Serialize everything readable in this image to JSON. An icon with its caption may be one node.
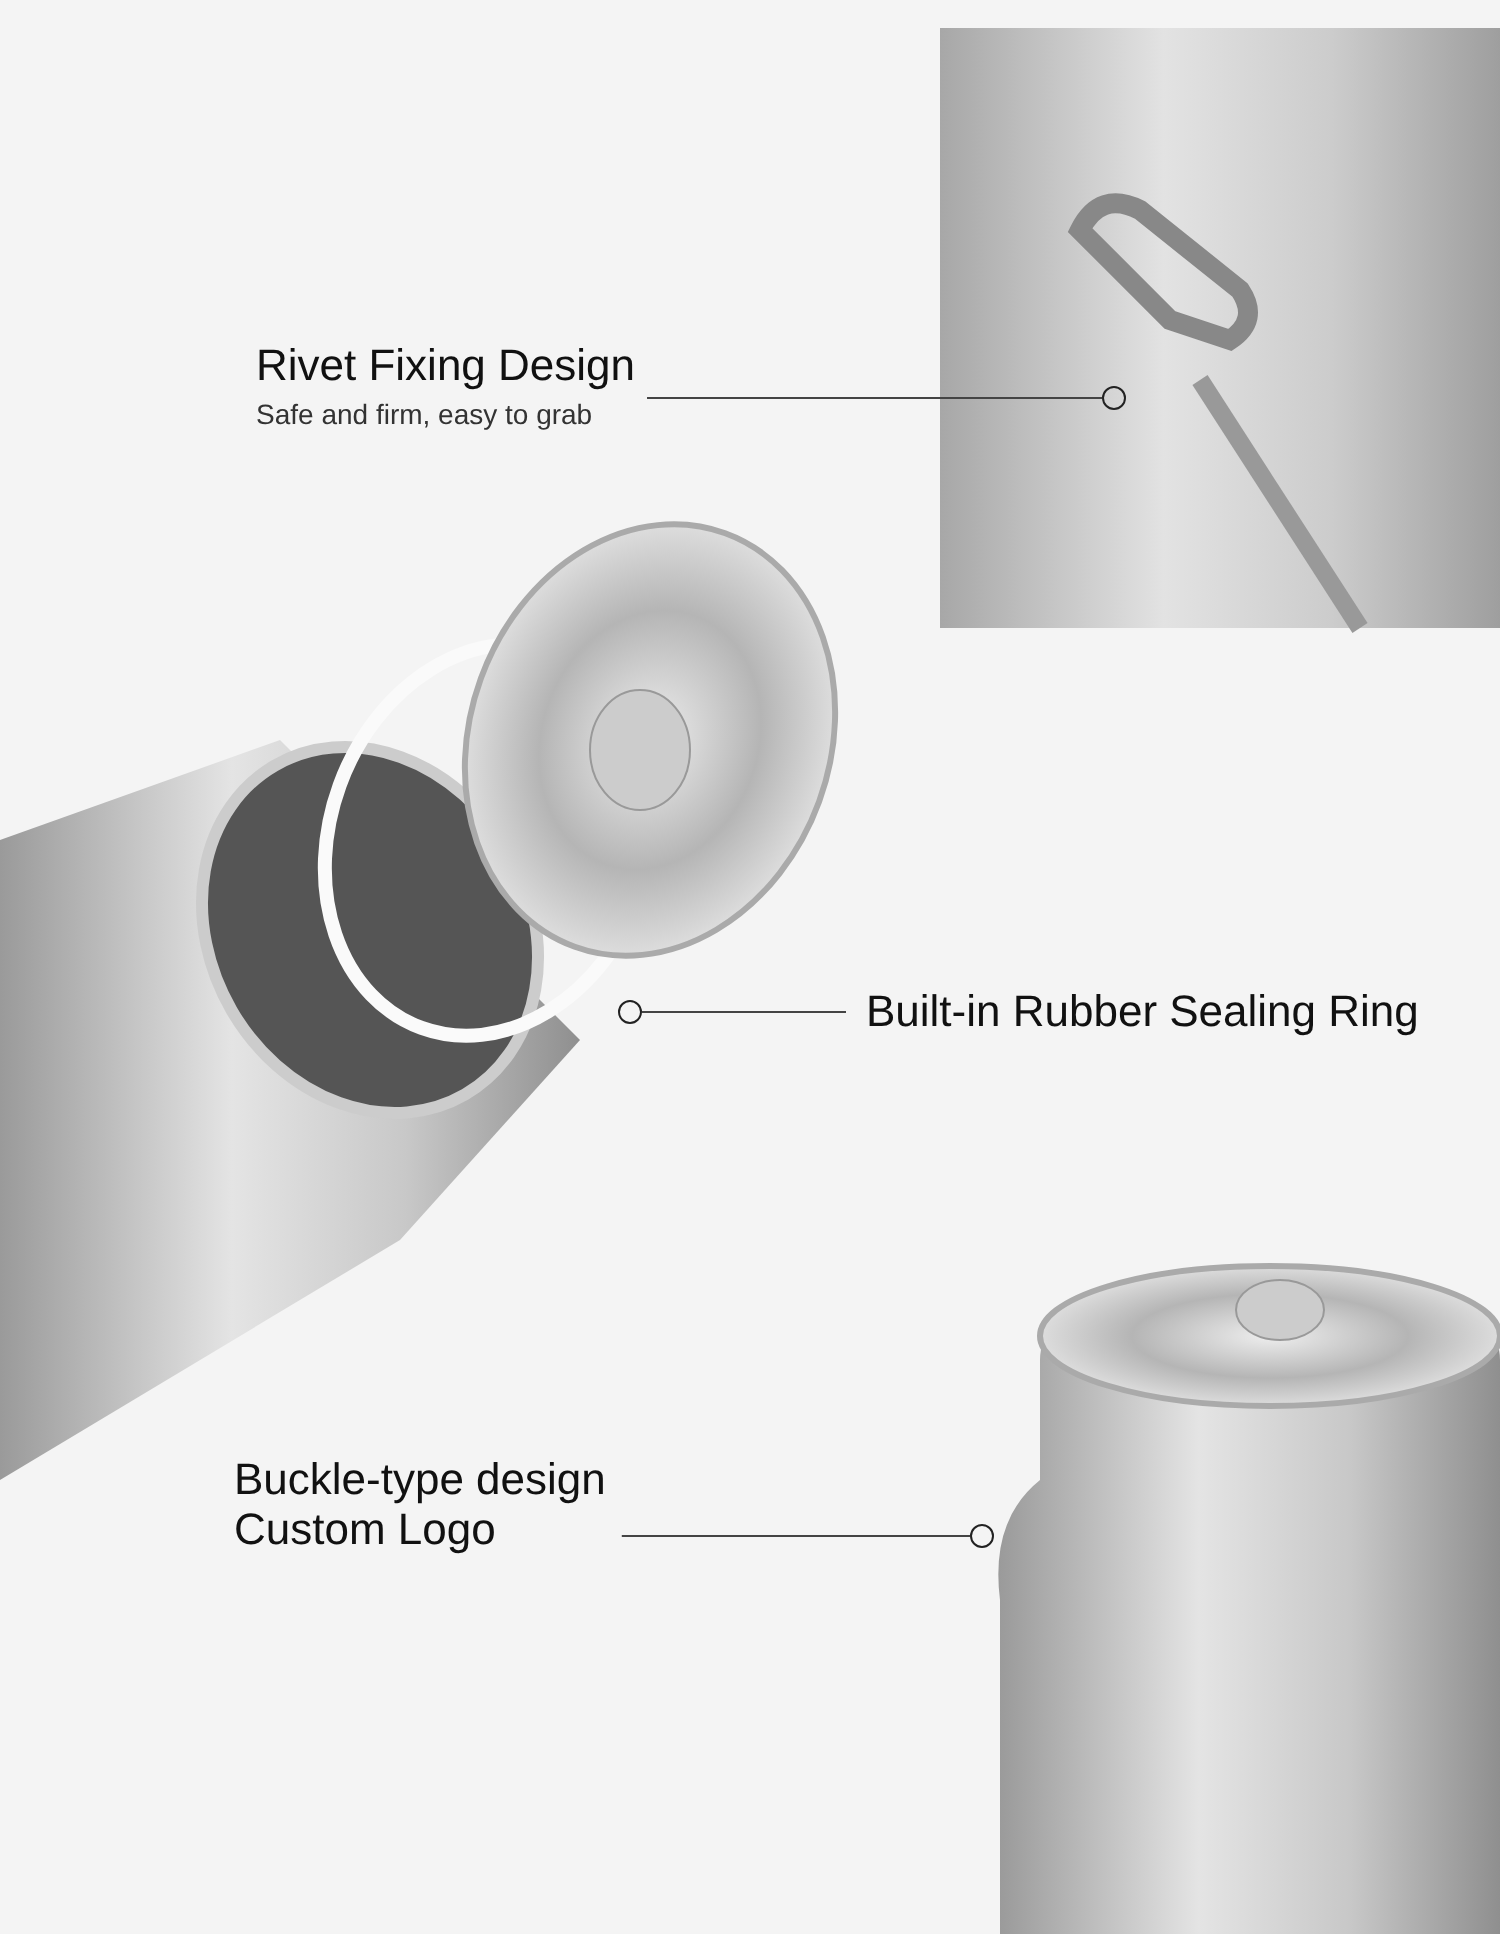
{
  "diagram": {
    "nodes": [
      {
        "text": [
          "Rivet Fixing Design",
          "Safe and firm, easy to grab"
        ]
      },
      {
        "text": [],
        "shape": "circle"
      },
      {
        "text": [
          "Built-in Rubber Sealing Ring"
        ]
      },
      {
        "text": [],
        "shape": "circle"
      },
      {
        "text": [
          "Buckle-type design Custom Logo"
        ]
      },
      {
        "text": [],
        "shape": "circle"
      }
    ],
    "edges": [
      {
        "from": 0,
        "to": 1,
        "arrow": "none"
      },
      {
        "from": 2,
        "to": 3,
        "arrow": "none"
      },
      {
        "from": 4,
        "to": 5,
        "arrow": "none"
      }
    ]
  }
}
